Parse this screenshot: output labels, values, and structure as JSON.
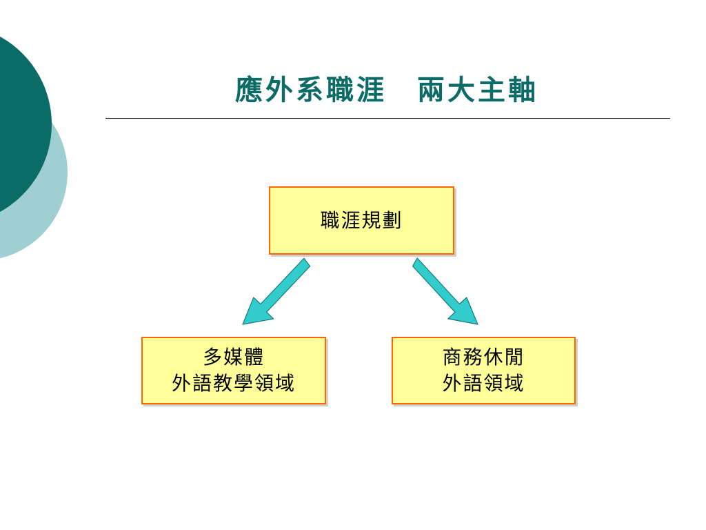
{
  "slide": {
    "title": "應外系職涯　兩大主軸"
  },
  "diagram": {
    "root": {
      "label": "職涯規劃"
    },
    "children": [
      {
        "line1": "多媒體",
        "line2": "外語教學領域"
      },
      {
        "line1": "商務休閒",
        "line2": "外語領域"
      }
    ]
  },
  "colors": {
    "title": "#0b6b66",
    "box_fill": "#ffff99",
    "box_border": "#ff6600",
    "arrow_fill": "#33cccc",
    "arrow_stroke": "#1a7a7a",
    "decor_dark": "#0b6b66",
    "decor_light": "#9fcfd0"
  }
}
